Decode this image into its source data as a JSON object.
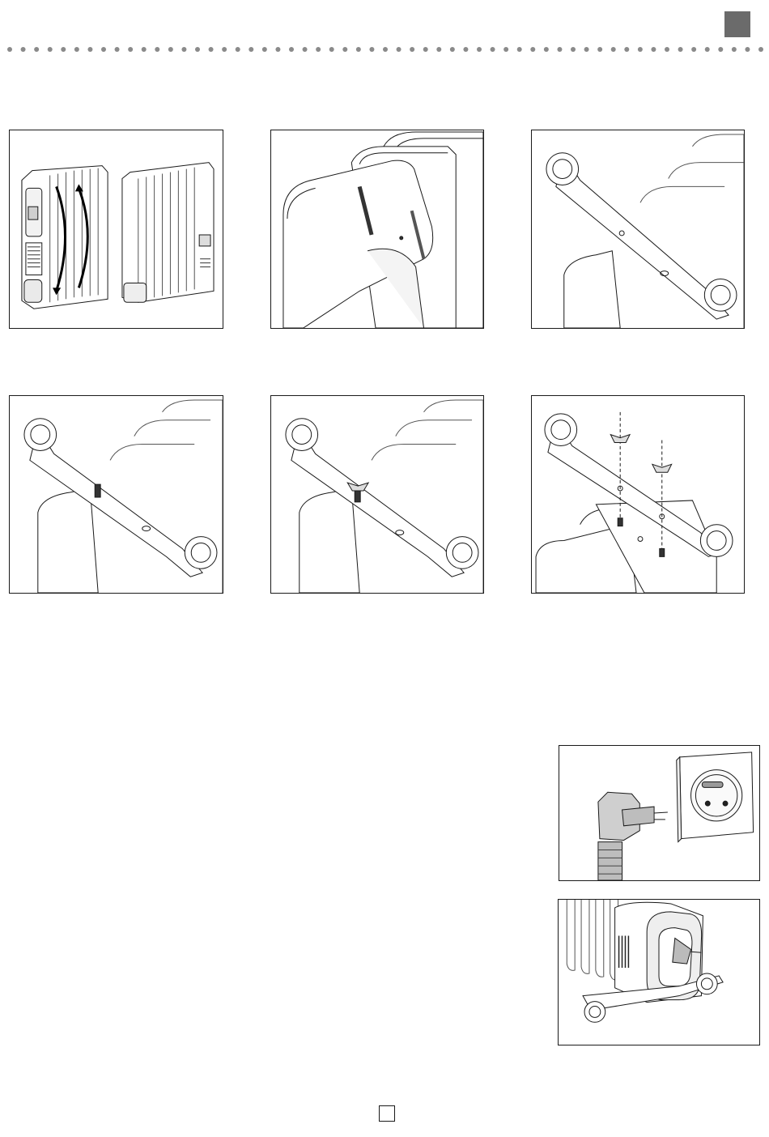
{
  "page": {
    "accent": "#6b6b6b",
    "ink": "#1a1a1a",
    "rule_dots": 57
  },
  "figures": [
    {
      "id": "fig-1",
      "depicts": "turn-heater-upside-down"
    },
    {
      "id": "fig-2",
      "depicts": "remove-fixing-from-base"
    },
    {
      "id": "fig-3",
      "depicts": "place-wheel-bracket"
    },
    {
      "id": "fig-4",
      "depicts": "wheel-bracket-on-bolt"
    },
    {
      "id": "fig-5",
      "depicts": "tighten-wing-nut"
    },
    {
      "id": "fig-6",
      "depicts": "second-bracket-wing-nuts"
    },
    {
      "id": "fig-7",
      "depicts": "plug-and-wall-socket"
    },
    {
      "id": "fig-8",
      "depicts": "cord-storage-hook"
    }
  ]
}
